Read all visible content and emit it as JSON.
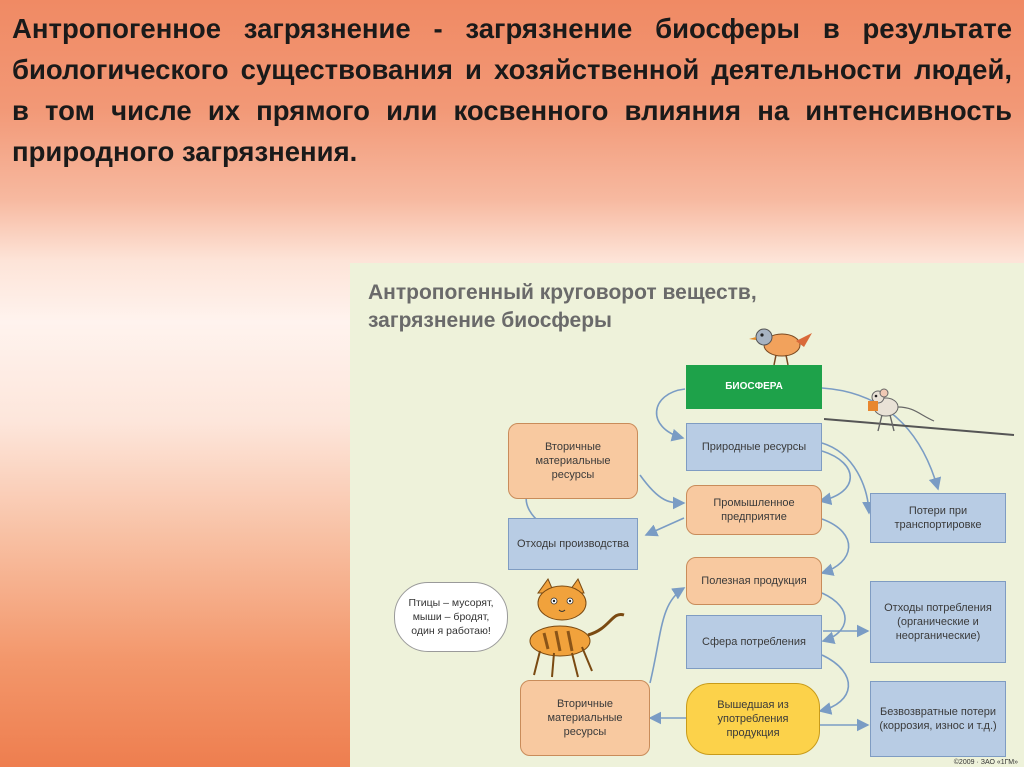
{
  "slide": {
    "definition": "Антропогенное загрязнение - загрязнение биосферы в результате биологического существования и хозяйственной деятельности людей, в том числе их прямого или косвенного влияния на интенсивность природного загрязнения."
  },
  "diagram": {
    "title": "Антропогенный круговорот веществ, загрязнение биосферы",
    "nodes": {
      "biosphere": "БИОСФЕРА",
      "natural_resources": "Природные ресурсы",
      "secondary_top": "Вторичные материальные ресурсы",
      "industrial": "Промышленное предприятие",
      "production_waste": "Отходы производства",
      "transport_losses": "Потери при транспортировке",
      "useful_product": "Полезная продукция",
      "consumption_sphere": "Сфера потребления",
      "consumption_waste": "Отходы потребления (органические и неорганические)",
      "secondary_bottom": "Вторичные материальные ресурсы",
      "out_of_use": "Вышедшая из употребления продукция",
      "irreversible_losses": "Безвозвратные потери (коррозия, износ и т.д.)"
    },
    "speech_bubble": "Птицы – мусорят, мыши – бродят, один я работаю!",
    "copyright": "©2009 · ЗАО «1ГМ»"
  },
  "colors": {
    "green_box": "#1ea24a",
    "blue_box": "#b8cce4",
    "orange_box": "#f8c9a0",
    "yellow_box": "#fcd24a",
    "arrow": "#7a9cc4"
  },
  "illustrations": [
    "bird-icon",
    "mouse-icon",
    "cat-icon"
  ]
}
